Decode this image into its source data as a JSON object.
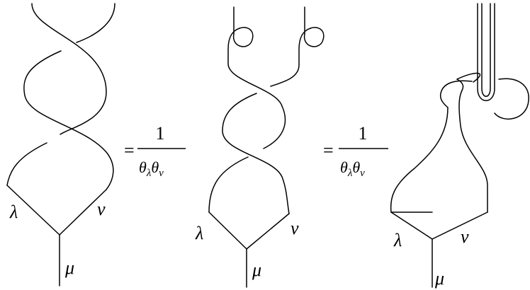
{
  "labels": {
    "lambda": "λ",
    "nu": "ν",
    "mu": "μ"
  },
  "equation": {
    "equals": "=",
    "numerator": "1",
    "theta": "θ",
    "sub_lambda": "λ",
    "sub_nu": "ν"
  }
}
